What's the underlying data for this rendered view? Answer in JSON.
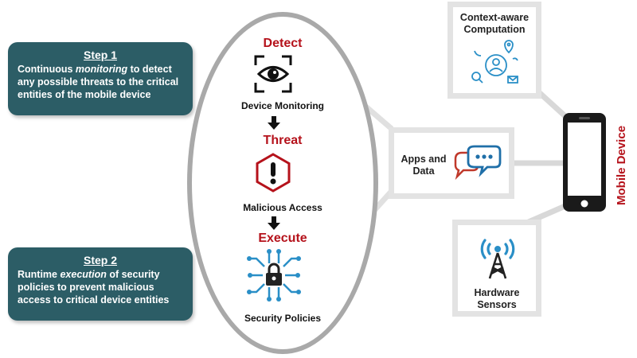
{
  "step1": {
    "title": "Step 1",
    "text_before": "Continuous ",
    "text_emphasis": "monitoring",
    "text_after": " to detect any possible threats to the critical entities of the mobile  device"
  },
  "step2": {
    "title": "Step 2",
    "text_before": "Runtime ",
    "text_emphasis": "execution",
    "text_after": " of security policies to prevent malicious access to critical device entities"
  },
  "phases": {
    "detect": {
      "title": "Detect",
      "caption": "Device Monitoring",
      "icon": "eye-scan-icon"
    },
    "threat": {
      "title": "Threat",
      "caption": "Malicious Access",
      "icon": "exclamation-hexagon-icon"
    },
    "execute": {
      "title": "Execute",
      "caption": "Security Policies",
      "icon": "circuit-lock-icon"
    }
  },
  "right_boxes": {
    "context": {
      "label_line1": "Context-aware",
      "label_line2": "Computation",
      "icon": "social-network-icon"
    },
    "apps": {
      "label_line1": "Apps and",
      "label_line2": "Data",
      "icon": "chat-bubbles-icon"
    },
    "hardware": {
      "label_line1": "Hardware",
      "label_line2": "Sensors",
      "icon": "signal-tower-icon"
    }
  },
  "device": {
    "label": "Mobile Device",
    "icon": "smartphone-icon"
  },
  "colors": {
    "step_box": "#2c5d66",
    "accent_red": "#b5121b",
    "ellipse_border": "#a9a9a9",
    "frame_gray": "#e3e3e3",
    "icon_blue": "#2a8fc7"
  }
}
